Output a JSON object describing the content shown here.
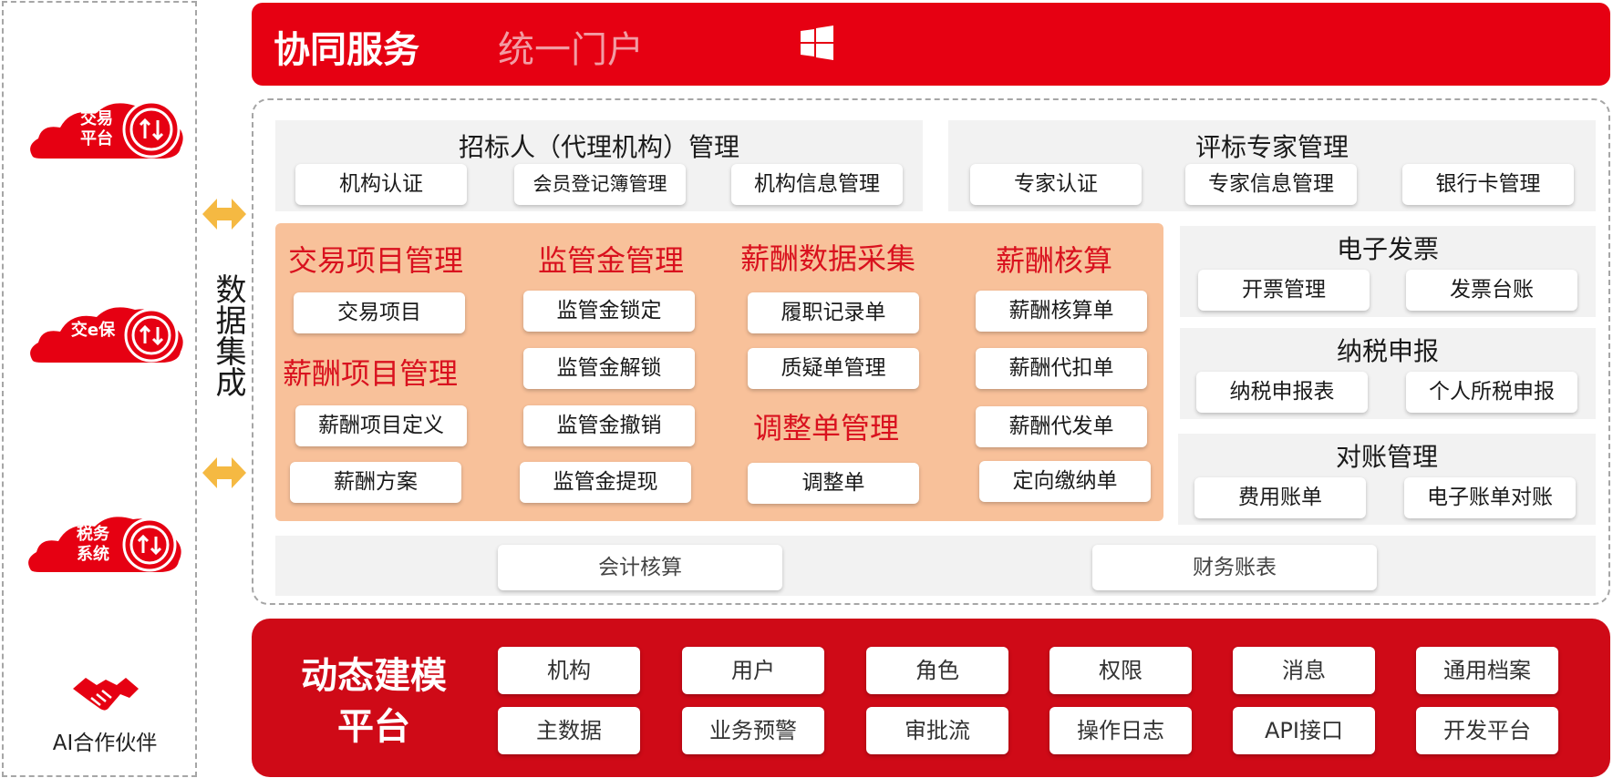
{
  "top_bar": {
    "title": "协同服务",
    "portal": "统一门户",
    "icon": "windows-icon"
  },
  "left": {
    "clouds": [
      {
        "label": "交易\n平台",
        "icon": "transfer-icon"
      },
      {
        "label": "交e保",
        "icon": "transfer-icon"
      },
      {
        "label": "税务\n系统",
        "icon": "transfer-icon"
      }
    ],
    "partner": {
      "label": "AI合作伙伴",
      "icon": "handshake-icon"
    },
    "integration_label": "数据集成",
    "arrow_icon": "double-arrow-icon"
  },
  "tenderer": {
    "title": "招标人（代理机构）管理",
    "items": [
      "机构认证",
      "会员登记簿管理",
      "机构信息管理"
    ]
  },
  "expert": {
    "title": "评标专家管理",
    "items": [
      "专家认证",
      "专家信息管理",
      "银行卡管理"
    ]
  },
  "orange": {
    "trade_project": {
      "title": "交易项目管理",
      "items": [
        "交易项目"
      ]
    },
    "salary_project": {
      "title": "薪酬项目管理",
      "items": [
        "薪酬项目定义",
        "薪酬方案"
      ]
    },
    "supervision": {
      "title": "监管金管理",
      "items": [
        "监管金锁定",
        "监管金解锁",
        "监管金撤销",
        "监管金提现"
      ]
    },
    "salary_collect": {
      "title": "薪酬数据采集",
      "items": [
        "履职记录单",
        "质疑单管理"
      ]
    },
    "adjust": {
      "title": "调整单管理",
      "items": [
        "调整单"
      ]
    },
    "salary_calc": {
      "title": "薪酬核算",
      "items": [
        "薪酬核算单",
        "薪酬代扣单",
        "薪酬代发单",
        "定向缴纳单"
      ]
    }
  },
  "einvoice": {
    "title": "电子发票",
    "items": [
      "开票管理",
      "发票台账"
    ]
  },
  "tax": {
    "title": "纳税申报",
    "items": [
      "纳税申报表",
      "个人所税申报"
    ]
  },
  "reconcile": {
    "title": "对账管理",
    "items": [
      "费用账单",
      "电子账单对账"
    ]
  },
  "accounting": {
    "items": [
      "会计核算",
      "财务账表"
    ]
  },
  "bottom": {
    "title_line1": "动态建模",
    "title_line2": "平台",
    "row1": [
      "机构",
      "用户",
      "角色",
      "权限",
      "消息",
      "通用档案"
    ],
    "row2": [
      "主数据",
      "业务预警",
      "审批流",
      "操作日志",
      "API接口",
      "开发平台"
    ]
  },
  "colors": {
    "brand_red": "#e60012",
    "platform_red": "#cf0a17",
    "orange_panel": "#f8c19a",
    "title_red": "#d9111e",
    "arrow_orange": "#f5b942"
  }
}
